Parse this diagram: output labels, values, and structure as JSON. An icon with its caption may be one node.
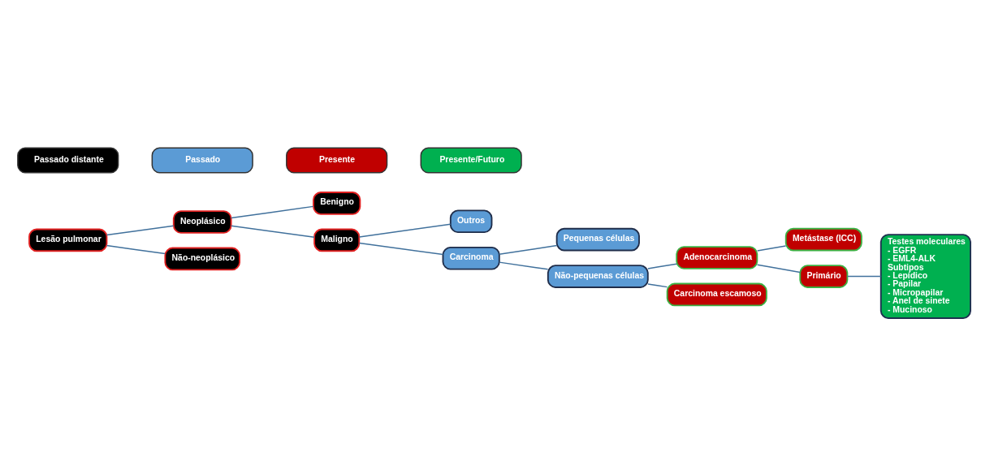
{
  "diagram": {
    "nodes": [
      {
        "text": [
          "Lesão pulmonar"
        ]
      },
      {
        "text": [
          "Neoplásico"
        ]
      },
      {
        "text": [
          "Não-neoplásico"
        ]
      },
      {
        "text": [
          "Benigno"
        ]
      },
      {
        "text": [
          "Maligno"
        ]
      },
      {
        "text": [
          "Outros"
        ]
      },
      {
        "text": [
          "Carcinoma"
        ]
      },
      {
        "text": [
          "Pequenas células"
        ]
      },
      {
        "text": [
          "Não-pequenas células"
        ]
      },
      {
        "text": [
          "Adenocarcinoma"
        ]
      },
      {
        "text": [
          "Carcinoma escamoso"
        ]
      },
      {
        "text": [
          "Metástase (ICC)"
        ]
      },
      {
        "text": [
          "Primário"
        ]
      },
      {
        "text": [
          "Testes moleculares",
          "- EGFR",
          "- EML4-ALK",
          "Subtipos",
          "- Lepídico",
          "- Papilar",
          "- Micropapilar",
          "- Anel de sinete",
          "- Mucinoso"
        ]
      }
    ],
    "edges": [
      {
        "from": 0,
        "to": 1,
        "arrow": "none"
      },
      {
        "from": 0,
        "to": 2,
        "arrow": "none"
      },
      {
        "from": 1,
        "to": 3,
        "arrow": "none"
      },
      {
        "from": 1,
        "to": 4,
        "arrow": "none"
      },
      {
        "from": 4,
        "to": 5,
        "arrow": "none"
      },
      {
        "from": 4,
        "to": 6,
        "arrow": "none"
      },
      {
        "from": 6,
        "to": 7,
        "arrow": "none"
      },
      {
        "from": 6,
        "to": 8,
        "arrow": "none"
      },
      {
        "from": 8,
        "to": 9,
        "arrow": "none"
      },
      {
        "from": 8,
        "to": 10,
        "arrow": "none"
      },
      {
        "from": 9,
        "to": 11,
        "arrow": "none"
      },
      {
        "from": 9,
        "to": 12,
        "arrow": "none"
      },
      {
        "from": 12,
        "to": 13,
        "arrow": "none"
      }
    ],
    "legend": [
      {
        "text": "Passado distante",
        "color": "#000000"
      },
      {
        "text": "Passado",
        "color": "#5b9bd5"
      },
      {
        "text": "Presente",
        "color": "#c00000"
      },
      {
        "text": "Presente/Futuro",
        "color": "#00b050"
      }
    ]
  }
}
